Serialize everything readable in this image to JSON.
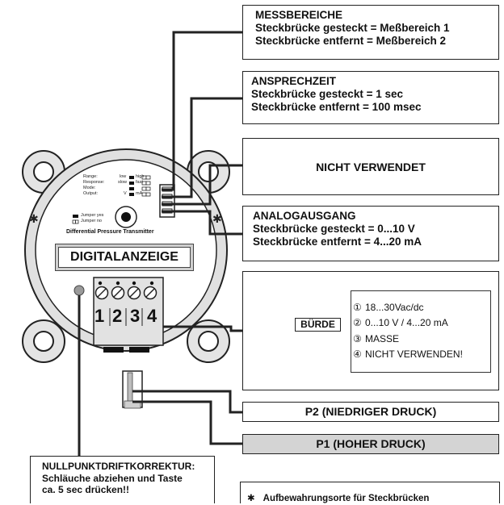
{
  "messbereiche": {
    "title": "MESSBEREICHE",
    "line1": "Steckbrücke gesteckt = Meßbereich 1",
    "line2": "Steckbrücke entfernt  = Meßbereich 2"
  },
  "ansprechzeit": {
    "title": "ANSPRECHZEIT",
    "line1": "Steckbrücke gesteckt = 1 sec",
    "line2": "Steckbrücke entfernt  = 100 msec"
  },
  "nicht_verwendet": {
    "label": "NICHT VERWENDET"
  },
  "analogausgang": {
    "title": "ANALOGAUSGANG",
    "line1": "Steckbrücke gesteckt = 0...10 V",
    "line2": "Steckbrücke entfernt  = 4...20 mA"
  },
  "wiring": {
    "burde": "BÜRDE",
    "terminals": [
      {
        "num": "①",
        "text": "18...30Vac/dc"
      },
      {
        "num": "②",
        "text": "0...10 V / 4...20 mA"
      },
      {
        "num": "③",
        "text": "MASSE"
      },
      {
        "num": "④",
        "text": "NICHT VERWENDEN!"
      }
    ]
  },
  "p2": {
    "label": "P2 (NIEDRIGER DRUCK)"
  },
  "p1": {
    "label": "P1 (HOHER DRUCK)"
  },
  "nullpunkt": {
    "line1": "NULLPUNKTDRIFTKORREKTUR:",
    "line2": "Schläuche abziehen und Taste",
    "line3": "ca. 5 sec drücken!!"
  },
  "footnote": {
    "symbol": "✱",
    "text": "Aufbewahrungsorte für Steckbrücken"
  },
  "device": {
    "title": "Differential Pressure Transmitter",
    "display": "DIGITALANZEIGE",
    "terminal_numbers": [
      "1",
      "2",
      "3",
      "4"
    ],
    "jumper_legend": {
      "yes": "Jumper yes",
      "no": "Jumper no"
    },
    "jumper_rows": [
      {
        "label": "Range:",
        "opt_a": "low",
        "opt_b": "high"
      },
      {
        "label": "Response:",
        "opt_a": "slow",
        "opt_b": "fast"
      },
      {
        "label": "Mode:",
        "opt_a": "",
        "opt_b": ""
      },
      {
        "label": "Output:",
        "opt_a": "V",
        "opt_b": "mA"
      }
    ],
    "storage_symbol": "✱"
  }
}
